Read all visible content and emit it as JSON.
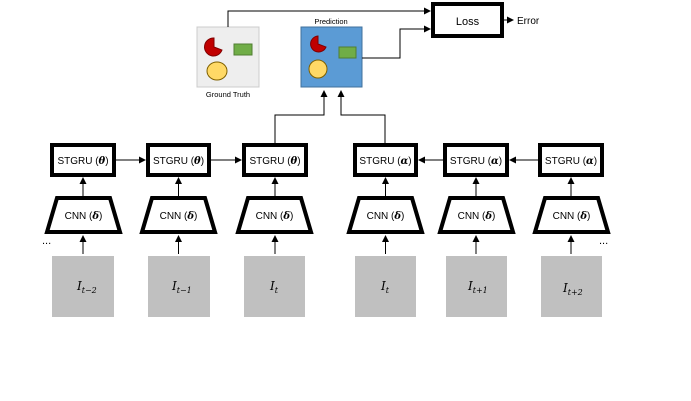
{
  "ground_truth": {
    "caption": "Ground Truth"
  },
  "prediction": {
    "caption": "Prediction"
  },
  "loss": {
    "label": "Loss"
  },
  "error": {
    "label": "Error"
  },
  "ellipsis": "...",
  "stgru_forward": [
    {
      "label": "STGRU (",
      "param": "θ",
      "close": ")"
    },
    {
      "label": "STGRU (",
      "param": "θ",
      "close": ")"
    },
    {
      "label": "STGRU (",
      "param": "θ",
      "close": ")"
    }
  ],
  "stgru_backward": [
    {
      "label": "STGRU (",
      "param": "α",
      "close": ")"
    },
    {
      "label": "STGRU (",
      "param": "α",
      "close": ")"
    },
    {
      "label": "STGRU (",
      "param": "α",
      "close": ")"
    }
  ],
  "cnn": [
    {
      "label": "CNN (",
      "param": "δ",
      "close": ")"
    },
    {
      "label": "CNN (",
      "param": "δ",
      "close": ")"
    },
    {
      "label": "CNN (",
      "param": "δ",
      "close": ")"
    },
    {
      "label": "CNN (",
      "param": "δ",
      "close": ")"
    },
    {
      "label": "CNN (",
      "param": "δ",
      "close": ")"
    },
    {
      "label": "CNN (",
      "param": "δ",
      "close": ")"
    }
  ],
  "frames": [
    {
      "base": "I",
      "sub": "t−2"
    },
    {
      "base": "I",
      "sub": "t−1"
    },
    {
      "base": "I",
      "sub": "t"
    },
    {
      "base": "I",
      "sub": "t"
    },
    {
      "base": "I",
      "sub": "t+1"
    },
    {
      "base": "I",
      "sub": "t+2"
    }
  ],
  "colors": {
    "frame_gray": "#c0c0c0",
    "prediction_blue": "#5b9bd5",
    "gt_bg": "#eeeeee",
    "red_shape": "#c00000",
    "green_rect": "#70ad47",
    "yellow_ellipse": "#ffd966"
  }
}
